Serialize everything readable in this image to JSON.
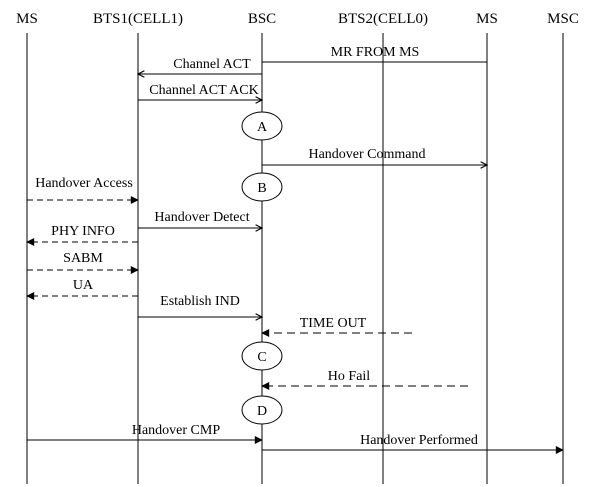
{
  "entities": [
    {
      "id": "ms1",
      "label": "MS"
    },
    {
      "id": "bts1",
      "label": "BTS1(CELL1)"
    },
    {
      "id": "bsc",
      "label": "BSC"
    },
    {
      "id": "bts2",
      "label": "BTS2(CELL0)"
    },
    {
      "id": "ms2",
      "label": "MS"
    },
    {
      "id": "msc",
      "label": "MSC"
    }
  ],
  "messages": [
    {
      "label": "MR FROM MS",
      "from": "ms2",
      "to": "bsc",
      "style": "solid",
      "arrow": "none"
    },
    {
      "label": "Channel ACT",
      "from": "bsc",
      "to": "bts1",
      "style": "solid",
      "arrow": "open"
    },
    {
      "label": "Channel ACT ACK",
      "from": "bts1",
      "to": "bsc",
      "style": "solid",
      "arrow": "open"
    },
    {
      "label": "Handover Command",
      "from": "bsc",
      "to": "ms2",
      "style": "solid",
      "arrow": "open"
    },
    {
      "label": "Handover Access",
      "from": "ms1",
      "to": "bts1",
      "style": "dashed",
      "arrow": "filled"
    },
    {
      "label": "Handover Detect",
      "from": "bts1",
      "to": "bsc",
      "style": "solid",
      "arrow": "open"
    },
    {
      "label": "PHY INFO",
      "from": "bts1",
      "to": "ms1",
      "style": "dashed",
      "arrow": "filled"
    },
    {
      "label": "SABM",
      "from": "ms1",
      "to": "bts1",
      "style": "dashed",
      "arrow": "filled"
    },
    {
      "label": "UA",
      "from": "bts1",
      "to": "ms1",
      "style": "dashed",
      "arrow": "filled"
    },
    {
      "label": "Establish IND",
      "from": "bts1",
      "to": "bsc",
      "style": "solid",
      "arrow": "open"
    },
    {
      "label": "TIME OUT",
      "from": "bts2",
      "to": "bsc",
      "style": "dashed",
      "arrow": "filled"
    },
    {
      "label": "Ho Fail",
      "from": "ms2",
      "to": "bsc",
      "style": "dashed",
      "arrow": "filled"
    },
    {
      "label": "Handover CMP",
      "from": "ms1",
      "to": "bsc",
      "style": "solid",
      "arrow": "filled"
    },
    {
      "label": "Handover Performed",
      "from": "bsc",
      "to": "msc",
      "style": "solid",
      "arrow": "filled"
    }
  ],
  "nodes": [
    {
      "label": "A",
      "on": "bsc"
    },
    {
      "label": "B",
      "on": "bsc"
    },
    {
      "label": "C",
      "on": "bsc"
    },
    {
      "label": "D",
      "on": "bsc"
    }
  ]
}
